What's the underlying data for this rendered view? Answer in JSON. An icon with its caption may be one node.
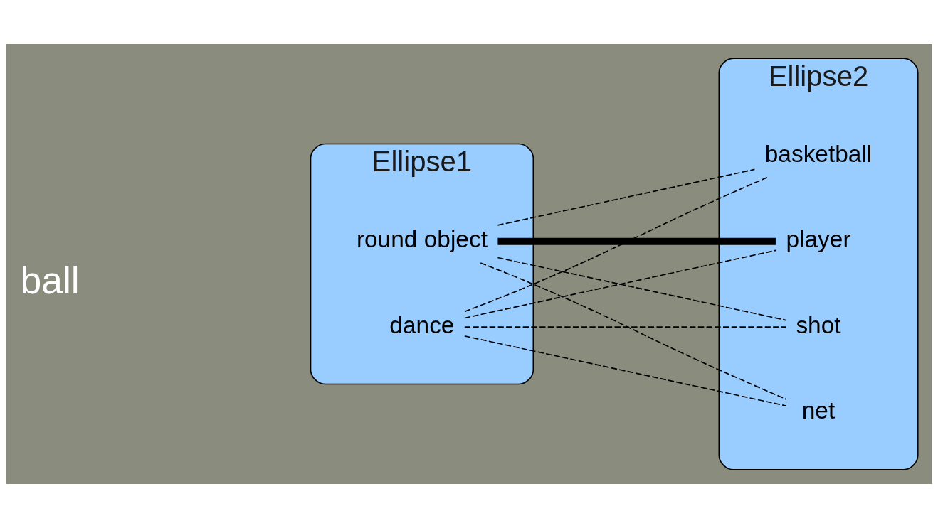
{
  "diagram": {
    "nodes": [
      {
        "text": [
          "Ellipse1"
        ]
      },
      {
        "text": [
          "round object"
        ],
        "in": 0
      },
      {
        "text": [
          "dance"
        ],
        "in": 0
      },
      {
        "text": [
          "Ellipse2"
        ]
      },
      {
        "text": [
          "basketball"
        ],
        "in": 3
      },
      {
        "text": [
          "player"
        ],
        "in": 3
      },
      {
        "text": [
          "shot"
        ],
        "in": 3
      },
      {
        "text": [
          "net"
        ],
        "in": 3
      }
    ],
    "edges": [
      {
        "from": 1,
        "to": 4,
        "arrow": "none",
        "style": "dashed"
      },
      {
        "from": 1,
        "to": 5,
        "arrow": "none",
        "style": "thick"
      },
      {
        "from": 1,
        "to": 6,
        "arrow": "none",
        "style": "dashed"
      },
      {
        "from": 1,
        "to": 7,
        "arrow": "none",
        "style": "dashed"
      },
      {
        "from": 2,
        "to": 4,
        "arrow": "none",
        "style": "dashed"
      },
      {
        "from": 2,
        "to": 5,
        "arrow": "none",
        "style": "dashed"
      },
      {
        "from": 2,
        "to": 6,
        "arrow": "none",
        "style": "dashed"
      },
      {
        "from": 2,
        "to": 7,
        "arrow": "none",
        "style": "dashed"
      }
    ],
    "labels": [
      "ball"
    ]
  }
}
